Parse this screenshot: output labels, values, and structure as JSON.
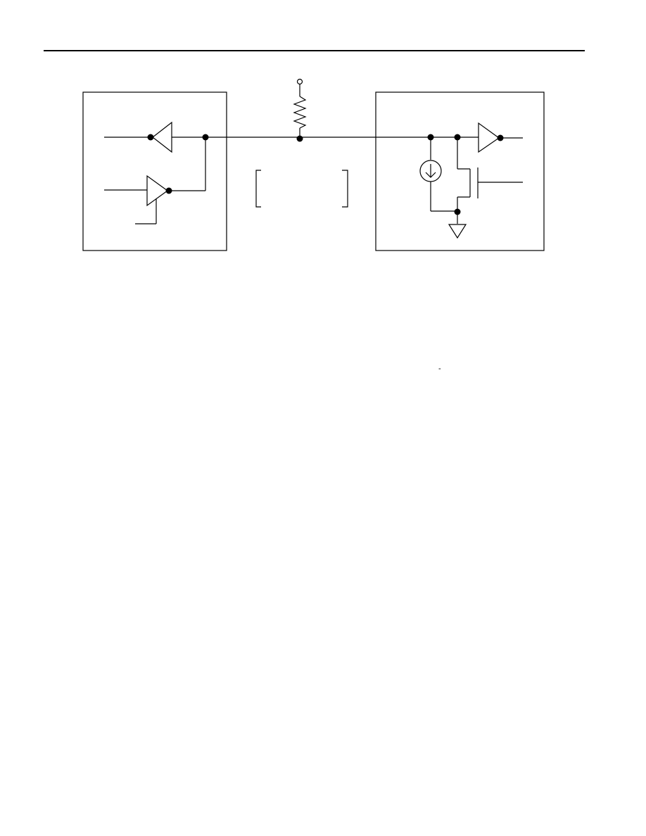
{
  "document": {
    "header_rule": true,
    "figure": {
      "type": "circuit-schematic",
      "elements": [
        "master-block",
        "pullup-resistor",
        "slave-block",
        "bus-line",
        "receive-buffer",
        "transmit-driver",
        "current-sink",
        "n-channel-mosfet",
        "ground-symbol",
        "bracket-left",
        "bracket-right"
      ]
    },
    "stray_mark": "-"
  }
}
